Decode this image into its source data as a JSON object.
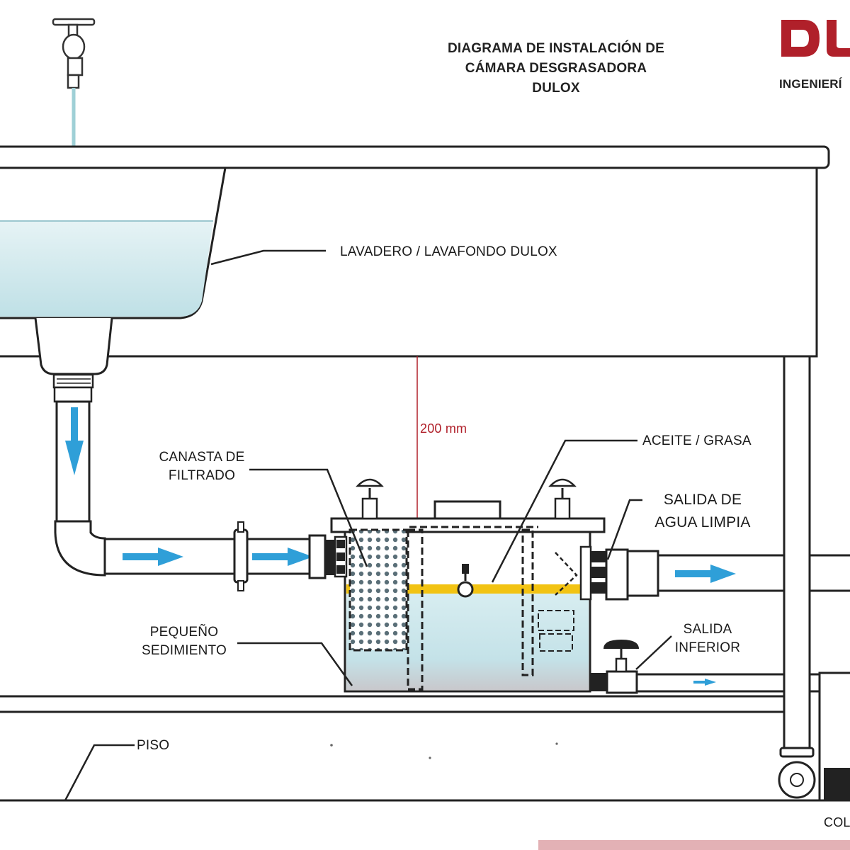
{
  "title": {
    "line1": "DIAGRAMA DE INSTALACIÓN DE",
    "line2": "CÁMARA DESGRASADORA",
    "line3": "DULOX"
  },
  "brand": {
    "logo_text": "DUL",
    "tagline": "INGENIERÍ"
  },
  "labels": {
    "sink": "LAVADERO / LAVAFONDO DULOX",
    "basket_line1": "CANASTA DE",
    "basket_line2": "FILTRADO",
    "oil": "ACEITE / GRASA",
    "clean_out_line1": "SALIDA DE",
    "clean_out_line2": "AGUA LIMPIA",
    "sediment_line1": "PEQUEÑO",
    "sediment_line2": "SEDIMIENTO",
    "lower_out_line1": "SALIDA",
    "lower_out_line2": "INFERIOR",
    "floor": "PISO",
    "clearance": "200 mm",
    "corner_partial": "COL"
  },
  "colors": {
    "water": "#cfe8ec",
    "flow_arrow": "#2f9fd8",
    "oil_band": "#f2c313",
    "dimension": "#b0202a",
    "brand_red": "#b0202a",
    "outline": "#222222"
  }
}
